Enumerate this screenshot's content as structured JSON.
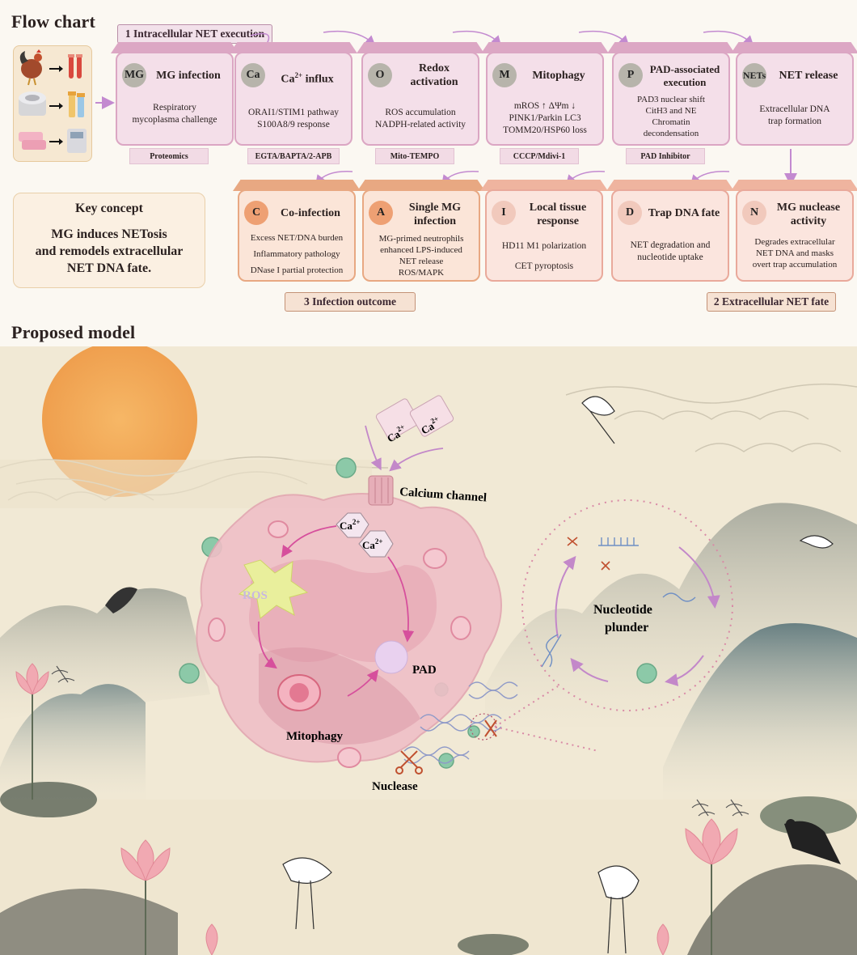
{
  "flow_chart": {
    "title": "Flow chart",
    "section_intracellular": "1 Intracellular NET execution",
    "section_extracellular": "2 Extracellular NET fate",
    "section_outcome": "3 Infection outcome",
    "top_row": [
      {
        "badge": "MG",
        "title": "MG infection",
        "desc": [
          "Respiratory",
          "mycoplasma challenge"
        ],
        "foot": "Proteomics"
      },
      {
        "badge": "Ca",
        "title": "Ca2+ influx",
        "desc": [
          "ORAI1/STIM1 pathway",
          "S100A8/9 response"
        ],
        "foot": "EGTA/BAPTA/2-APB"
      },
      {
        "badge": "O",
        "title": "Redox activation",
        "desc": [
          "ROS accumulation",
          "NADPH-related activity"
        ],
        "foot": "Mito-TEMPO"
      },
      {
        "badge": "M",
        "title": "Mitophagy",
        "desc": [
          "mROS ↑  ΔΨm ↓",
          "PINK1/Parkin  LC3",
          "TOMM20/HSP60 loss"
        ],
        "foot": "CCCP/Mdivi-1"
      },
      {
        "badge": "P",
        "title": "PAD-associated execution",
        "desc": [
          "PAD3 nuclear shift",
          "CitH3 and NE",
          "Chromatin",
          "decondensation"
        ],
        "foot": "PAD Inhibitor"
      },
      {
        "badge": "NETs",
        "title": "NET release",
        "desc": [
          "Extracellular DNA",
          "trap formation"
        ],
        "foot": ""
      }
    ],
    "bottom_row": [
      {
        "badge": "C",
        "title": "Co-infection",
        "desc": [
          "Excess NET/DNA burden",
          "Inflammatory pathology",
          "DNase I partial protection"
        ]
      },
      {
        "badge": "A",
        "title": "Single MG infection",
        "desc": [
          "MG-primed neutrophils",
          "enhanced LPS-induced",
          "NET release",
          "ROS/MAPK"
        ]
      },
      {
        "badge": "I",
        "title": "Local tissue response",
        "desc": [
          "HD11 M1 polarization",
          "CET pyroptosis"
        ]
      },
      {
        "badge": "D",
        "title": "Trap DNA fate",
        "desc": [
          "NET degradation and",
          "nucleotide uptake"
        ]
      },
      {
        "badge": "N",
        "title": "MG nuclease activity",
        "desc": [
          "Degrades extracellular",
          "NET DNA and masks",
          "overt trap accumulation"
        ]
      }
    ],
    "key_concept": {
      "title": "Key concept",
      "body": [
        "MG induces NETosis",
        "and remodels extracellular",
        "NET DNA fate."
      ]
    }
  },
  "proposed_model": {
    "title": "Proposed model",
    "labels": {
      "ca_outside_1": "Ca2+",
      "ca_outside_2": "Ca2+",
      "calcium_channel": "Calcium channel",
      "ca_inside_1": "Ca2+",
      "ca_inside_2": "Ca2+",
      "ros": "ROS",
      "pad": "PAD",
      "mitophagy": "Mitophagy",
      "nuclease": "Nuclease",
      "nucleotide_plunder_1": "Nucleotide",
      "nucleotide_plunder_2": "plunder"
    }
  },
  "colors": {
    "pink_card": "#f4dfe9",
    "peach_card": "#fbe5d8",
    "arrow": "#c38ad0",
    "sun": "#f3a85a"
  }
}
